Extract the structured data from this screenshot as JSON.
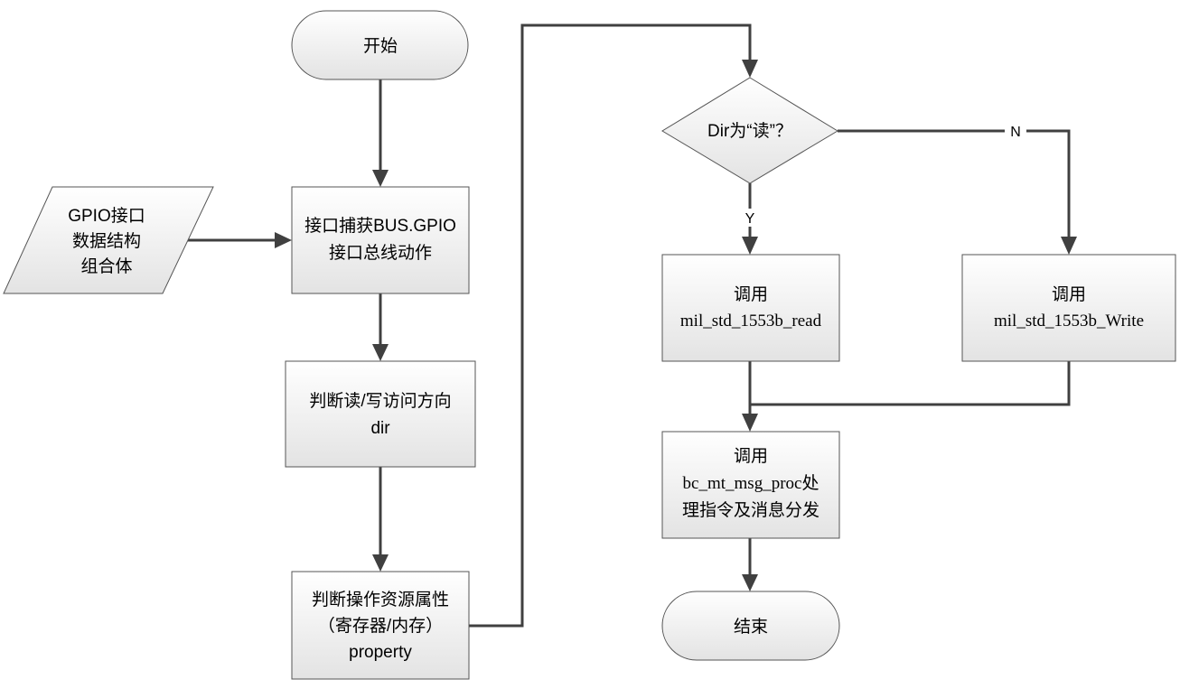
{
  "diagram": {
    "nodes": {
      "start": {
        "shape": "terminator",
        "lines": [
          "开始"
        ]
      },
      "gpio_input": {
        "shape": "data",
        "lines": [
          "GPIO接口",
          "数据结构",
          "组合体"
        ]
      },
      "capture": {
        "shape": "process",
        "lines": [
          "接口捕获BUS.GPIO",
          "接口总线动作"
        ]
      },
      "judge_dir": {
        "shape": "process",
        "lines": [
          "判断读/写访问方向",
          "dir"
        ]
      },
      "judge_prop": {
        "shape": "process",
        "lines": [
          "判断操作资源属性",
          "（寄存器/内存）",
          "property"
        ]
      },
      "decision": {
        "shape": "decision",
        "lines": [
          "Dir为“读”？"
        ]
      },
      "call_read": {
        "shape": "process",
        "lines": [
          "调用",
          "mil_std_1553b_read"
        ]
      },
      "call_write": {
        "shape": "process",
        "lines": [
          "调用",
          "mil_std_1553b_Write"
        ]
      },
      "call_proc": {
        "shape": "process",
        "lines": [
          "调用",
          "bc_mt_msg_proc处",
          "理指令及消息分发"
        ]
      },
      "end": {
        "shape": "terminator",
        "lines": [
          "结束"
        ]
      }
    },
    "edge_labels": {
      "yes": "Y",
      "no": "N"
    },
    "colors": {
      "fill_top": "#ffffff",
      "fill_bottom": "#e4e4e4",
      "stroke": "#555555",
      "edge": "#404040"
    }
  }
}
